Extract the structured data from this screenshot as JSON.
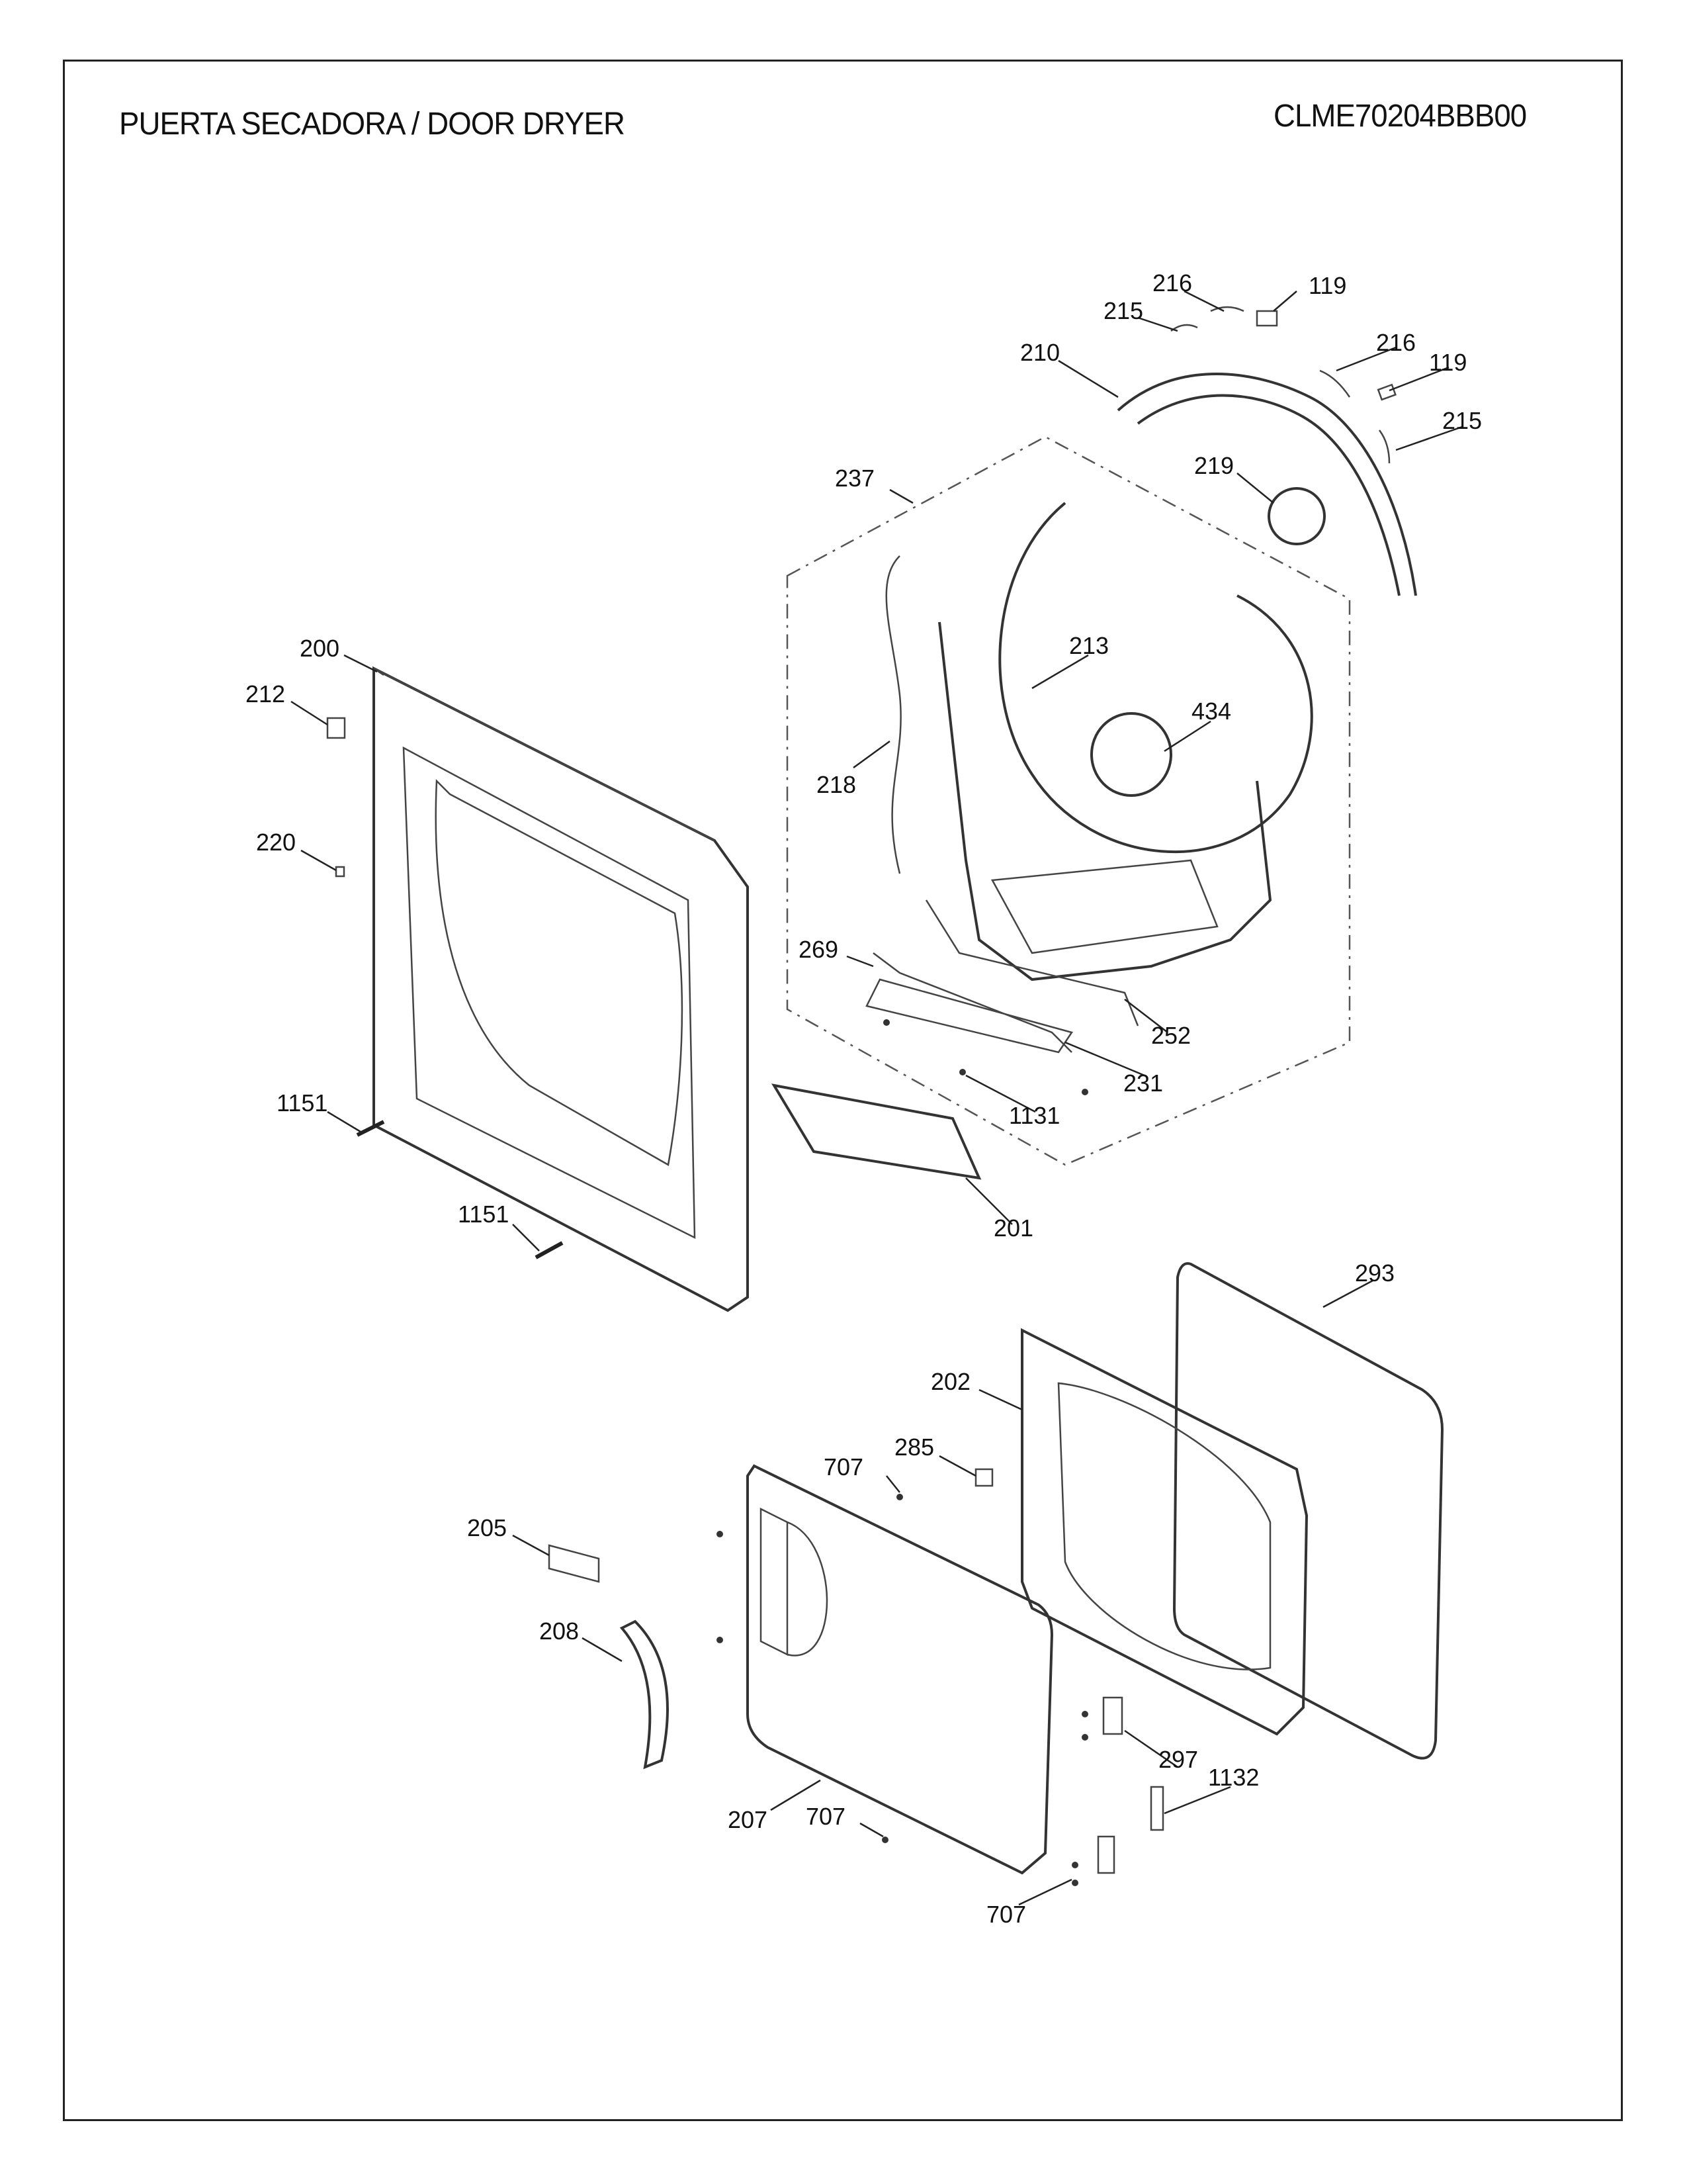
{
  "header": {
    "title": "PUERTA SECADORA / DOOR DRYER",
    "model": "CLME70204BBB00"
  },
  "callouts": [
    "216",
    "119",
    "215",
    "210",
    "216",
    "119",
    "215",
    "219",
    "237",
    "213",
    "200",
    "212",
    "434",
    "218",
    "220",
    "269",
    "252",
    "231",
    "1151",
    "1131",
    "1151",
    "201",
    "293",
    "202",
    "707",
    "285",
    "205",
    "208",
    "297",
    "1132",
    "207",
    "707",
    "707"
  ]
}
